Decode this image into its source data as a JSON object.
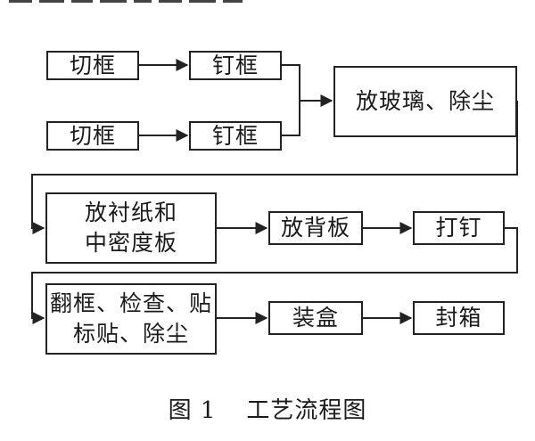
{
  "nodes": {
    "cut_frame_1": "切框",
    "nail_frame_1": "钉框",
    "cut_frame_2": "切框",
    "nail_frame_2": "钉框",
    "place_glass": "放玻璃、除尘",
    "place_paper": [
      "放衬纸和",
      "中密度板"
    ],
    "place_backboard": "放背板",
    "nail": "打钉",
    "flip_check": [
      "翻框、检查、贴",
      "标贴、除尘"
    ],
    "box": "装盒",
    "seal": "封箱"
  },
  "caption": {
    "number": "图 1",
    "title": "工艺流程图"
  }
}
